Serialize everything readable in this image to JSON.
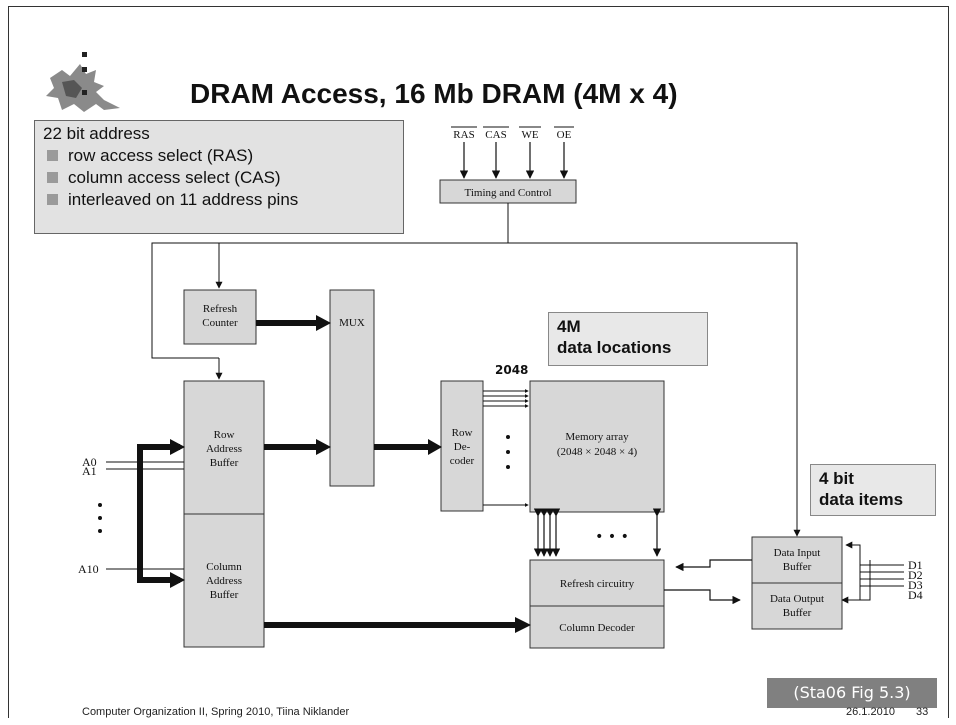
{
  "slide": {
    "title": "DRAM Access, 16 Mb DRAM (4M x 4)",
    "info": {
      "heading": "22 bit address",
      "bullets": [
        "row access select (RAS)",
        "column access select (CAS)",
        "interleaved on 11 address pins"
      ]
    },
    "callouts": {
      "locations_line1": "4M",
      "locations_line2": "data locations",
      "items_line1": "4 bit",
      "items_line2": "data items",
      "rows_count": "2048"
    },
    "source_label": "(Sta06 Fig 5.3)",
    "footer": {
      "left": "Computer Organization II, Spring 2010, Tiina Niklander",
      "date": "26.1.2010",
      "page": "33"
    }
  },
  "diagram": {
    "control_signals": [
      "RAS",
      "CAS",
      "WE",
      "OE"
    ],
    "blocks": {
      "timing": "Timing and Control",
      "refresh_counter": [
        "Refresh",
        "Counter"
      ],
      "mux": "MUX",
      "row_buffer": [
        "Row",
        "Address",
        "Buffer"
      ],
      "col_buffer": [
        "Column",
        "Address",
        "Buffer"
      ],
      "row_decoder": [
        "Row",
        "De-",
        "coder"
      ],
      "memory_array": [
        "Memory array",
        "(2048 × 2048 × 4)"
      ],
      "refresh_circuitry": "Refresh circuitry",
      "column_decoder": "Column Decoder",
      "data_input": [
        "Data Input",
        "Buffer"
      ],
      "data_output": [
        "Data Output",
        "Buffer"
      ]
    },
    "address_pins": [
      "A0",
      "A1",
      "A10"
    ],
    "data_pins": [
      "D1",
      "D2",
      "D3",
      "D4"
    ],
    "ellipsis": "• • •"
  }
}
